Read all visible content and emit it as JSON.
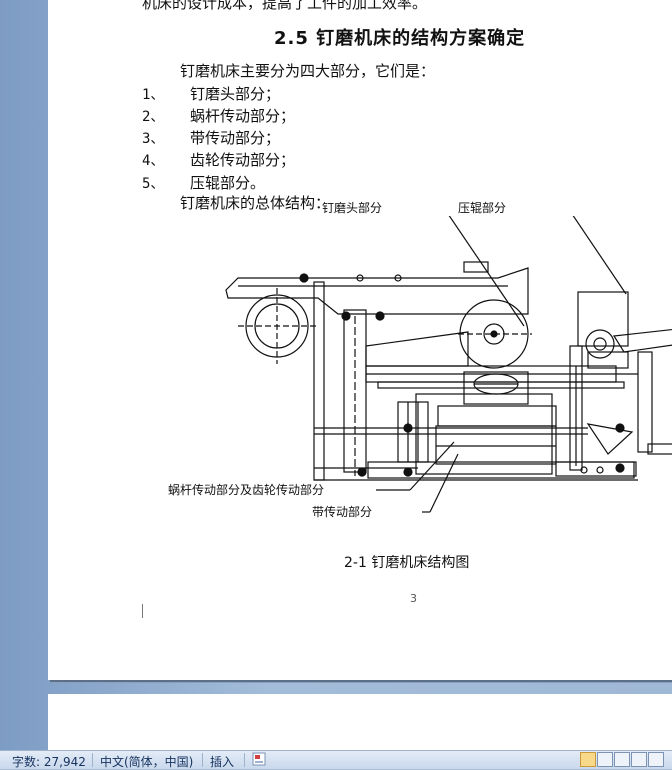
{
  "document": {
    "top_partial_line": "机床的设计成本，提高了工件的加工效率。",
    "section_heading": "2.5 钉磨机床的结构方案确定",
    "intro": "钉磨机床主要分为四大部分，它们是：",
    "list": [
      {
        "num": "1、",
        "text": "钉磨头部分；"
      },
      {
        "num": "2、",
        "text": "蜗杆传动部分；"
      },
      {
        "num": "3、",
        "text": "带传动部分；"
      },
      {
        "num": "4、",
        "text": "齿轮传动部分；"
      },
      {
        "num": "5、",
        "text": "压辊部分。"
      }
    ],
    "structure_intro": "钉磨机床的总体结构：",
    "figure": {
      "callouts": {
        "grinding_head": "钉磨头部分",
        "pressure_roller": "压辊部分",
        "worm_gear": "蜗杆传动部分及齿轮传动部分",
        "belt": "带传动部分"
      },
      "caption": "2-1 钉磨机床结构图"
    },
    "page_number": "3"
  },
  "status_bar": {
    "word_count": "字数: 27,942",
    "language": "中文(简体，中国)",
    "mode": "插入"
  },
  "colors": {
    "background": "#a3bcd9",
    "page": "#ffffff",
    "status_bar": "#d4e1f1"
  }
}
